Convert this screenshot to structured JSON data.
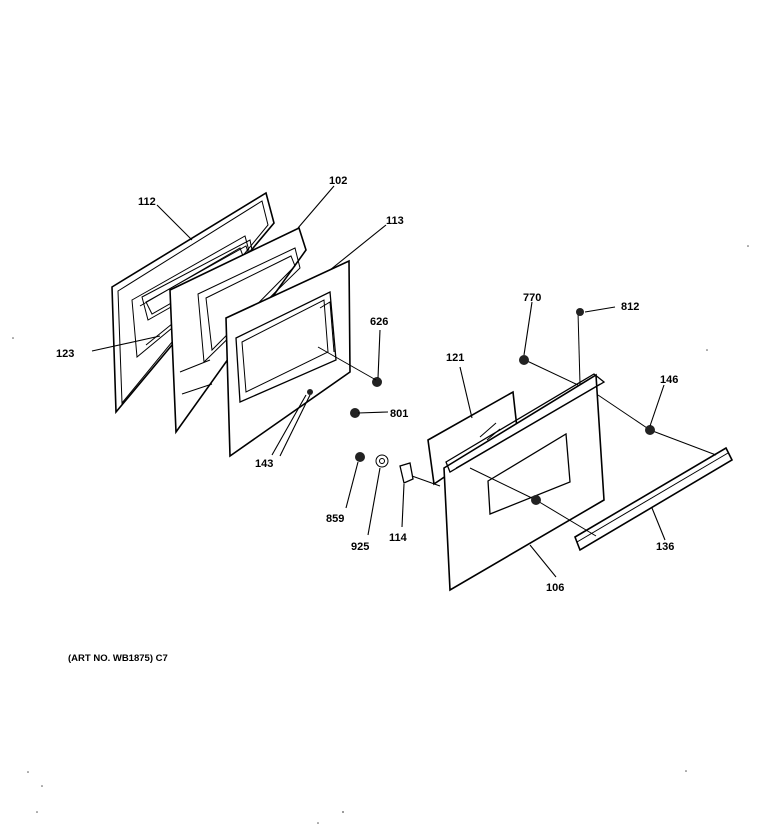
{
  "callouts": {
    "p112": "112",
    "p102": "102",
    "p113": "113",
    "p123": "123",
    "p626": "626",
    "p801": "801",
    "p143": "143",
    "p770": "770",
    "p812": "812",
    "p121": "121",
    "p146": "146",
    "p859": "859",
    "p925": "925",
    "p114": "114",
    "p106": "106",
    "p136": "136"
  },
  "art_number": "(ART NO. WB1875) C7"
}
